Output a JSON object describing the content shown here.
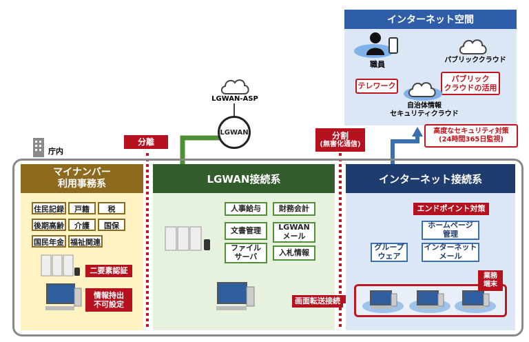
{
  "office_label": "庁内",
  "separation_label": "分離",
  "split_label_line1": "分割",
  "split_label_line2": "(無害化通信)",
  "lgwan_asp_label": "LGWAN-ASP",
  "lgwan_node_label": "LGWAN",
  "mynumber": {
    "title_line1": "マイナンバー",
    "title_line2": "利用事務系",
    "tags": [
      "住民記録",
      "戸籍",
      "税",
      "後期高齢",
      "介護",
      "国保",
      "国民年金",
      "福祉関連"
    ],
    "two_factor": "二要素認証",
    "no_export_line1": "情報持出",
    "no_export_line2": "不可設定"
  },
  "lgwan": {
    "title": "LGWAN接続系",
    "tags": [
      {
        "l1": "人事給与",
        "l2": ""
      },
      {
        "l1": "財務会計",
        "l2": ""
      },
      {
        "l1": "文書管理",
        "l2": ""
      },
      {
        "l1": "LGWAN",
        "l2": "メール"
      },
      {
        "l1": "ファイル",
        "l2": "サーバ"
      },
      {
        "l1": "入札情報",
        "l2": ""
      }
    ],
    "screen_transfer": "画面転送接続"
  },
  "internet": {
    "title": "インターネット接続系",
    "endpoint": "エンドポイント対策",
    "homepage_l1": "ホームページ",
    "homepage_l2": "管理",
    "groupware_l1": "グループ",
    "groupware_l2": "ウェア",
    "inet_mail_l1": "インターネット",
    "inet_mail_l2": "メール",
    "business_l1": "業務",
    "business_l2": "端末"
  },
  "inet_space": {
    "title": "インターネット空間",
    "staff": "職員",
    "public_cloud": "パブリッククラウド",
    "telework": "テレワーク",
    "public_use_l1": "パブリック",
    "public_use_l2": "クラウドの活用",
    "sec_cloud_l1": "自治体情報",
    "sec_cloud_l2": "セキュリティクラウド",
    "measures_l1": "高度なセキュリティ対策",
    "measures_l2": "(24時間365日監視)"
  },
  "colors": {
    "mynumber": "#8e6a1e",
    "lgwan": "#335c2c",
    "internet": "#1f3c6e",
    "accent_red": "#c0141f"
  }
}
